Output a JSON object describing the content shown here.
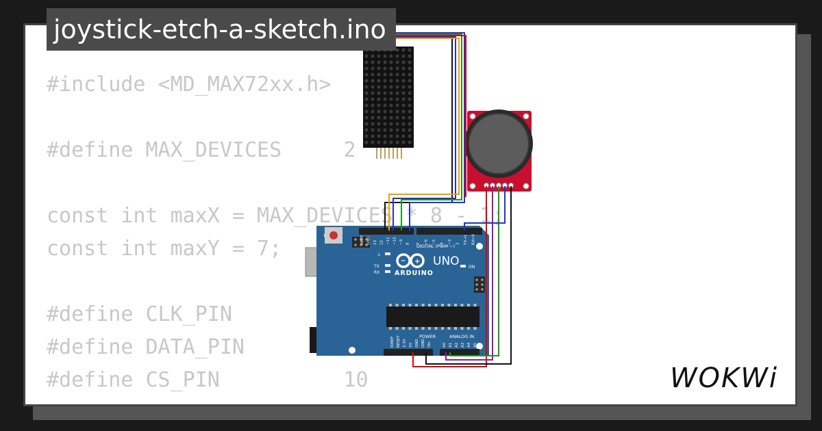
{
  "header": {
    "title": "joystick-etch-a-sketch.ino"
  },
  "code_lines": [
    "#include <MD_MAX72xx.h>",
    "",
    "#define MAX_DEVICES     2",
    "",
    "const int maxX = MAX_DEVICES * 8 - 1;",
    "const int maxY = 7;",
    "",
    "#define CLK_PIN",
    "#define DATA_PIN",
    "#define CS_PIN          10"
  ],
  "board": {
    "name": "UNO",
    "brand": "ARDUINO",
    "digital_label": "DIGITAL (PWM ~)",
    "power_label": "POWER",
    "analog_label": "ANALOG IN",
    "on_label": "ON",
    "tx_label": "TX",
    "rx_label": "RX",
    "l_label": "L",
    "digital_pins": [
      "AREF",
      "GND",
      "13",
      "12",
      "~11",
      "~10",
      "~9",
      "8",
      "7",
      "~6",
      "~5",
      "4",
      "~3",
      "2",
      "TX→1",
      "RX←0"
    ],
    "power_pins": [
      "IOREF",
      "RESET",
      "3.3V",
      "5V",
      "GND",
      "GND",
      "Vin"
    ],
    "analog_pins": [
      "A0",
      "A1",
      "A2",
      "A3",
      "A4",
      "A5"
    ]
  },
  "logo": {
    "text": "WOKWi"
  },
  "colors": {
    "background": "#1a1a1a",
    "card": "#ffffff",
    "title_bar": "#4a4a4a",
    "code_text": "#c8c8c8",
    "board_blue": "#2a6496",
    "joystick_red": "#c8102e",
    "wire_red": "#e00000",
    "wire_green": "#1a9a1a",
    "wire_blue": "#2233cc",
    "wire_orange": "#f0a000",
    "wire_purple": "#8a1ab0",
    "wire_black": "#111111"
  }
}
